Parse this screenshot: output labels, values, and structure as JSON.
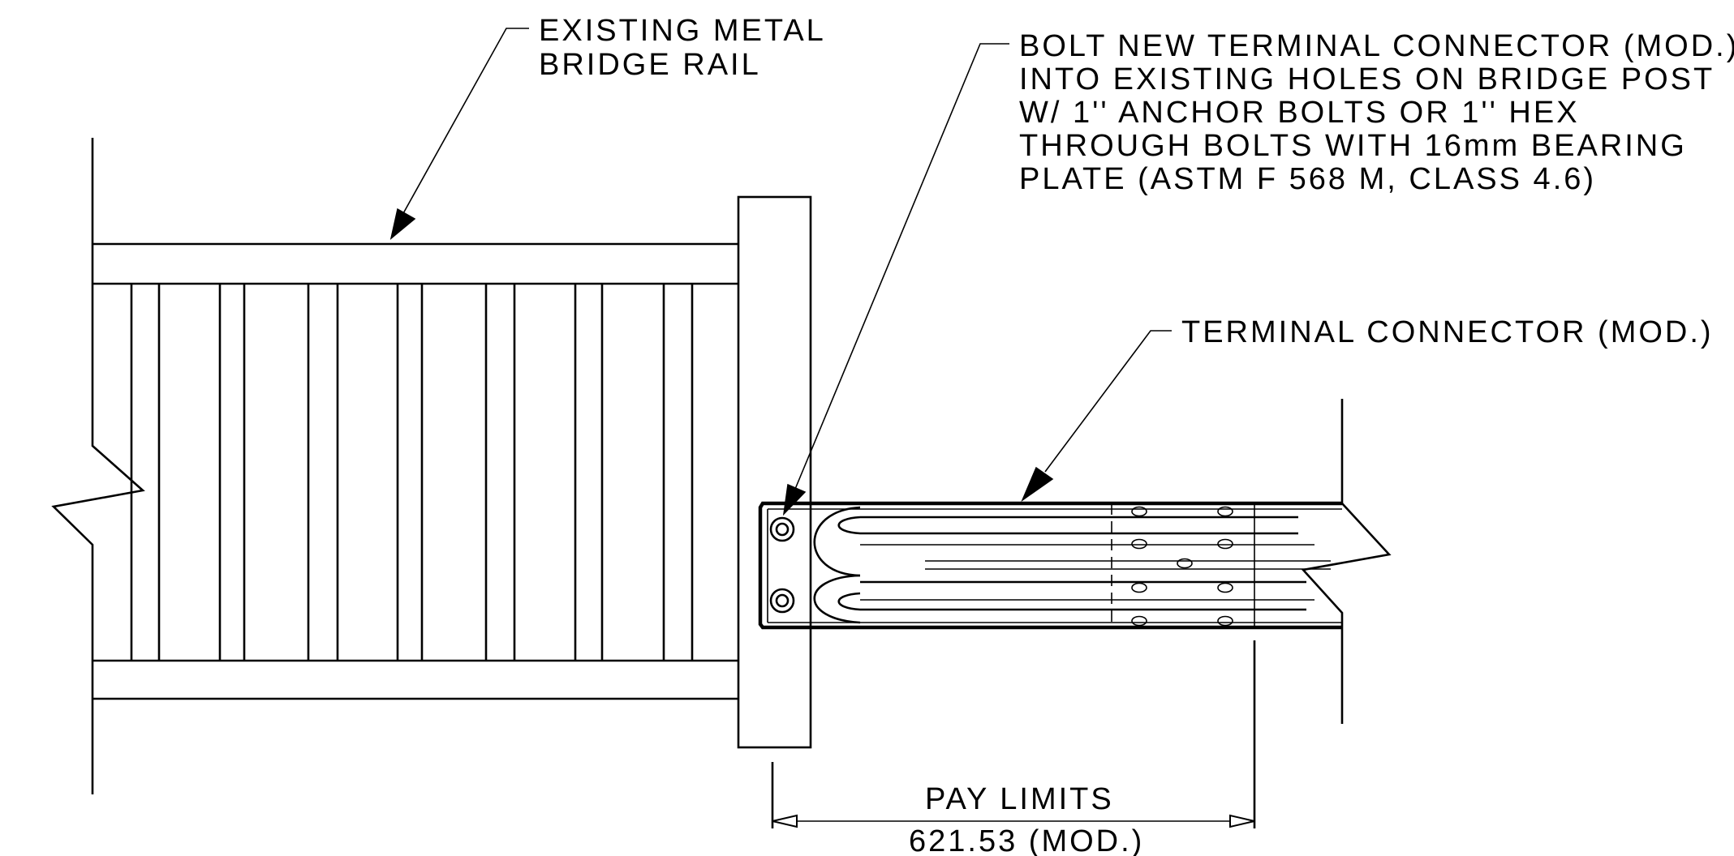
{
  "labels": {
    "existing_rail": [
      "EXISTING METAL",
      "BRIDGE RAIL"
    ],
    "bolt_note": [
      "BOLT NEW TERMINAL CONNECTOR (MOD.)",
      "INTO EXISTING HOLES ON BRIDGE POST",
      "W/ 1'' ANCHOR BOLTS OR 1'' HEX",
      "THROUGH BOLTS WITH 16mm BEARING",
      "PLATE (ASTM F 568 M, CLASS 4.6)"
    ],
    "terminal_connector": "TERMINAL CONNECTOR (MOD.)",
    "pay_limits": "PAY LIMITS",
    "dimension": "621.53 (MOD.)"
  }
}
